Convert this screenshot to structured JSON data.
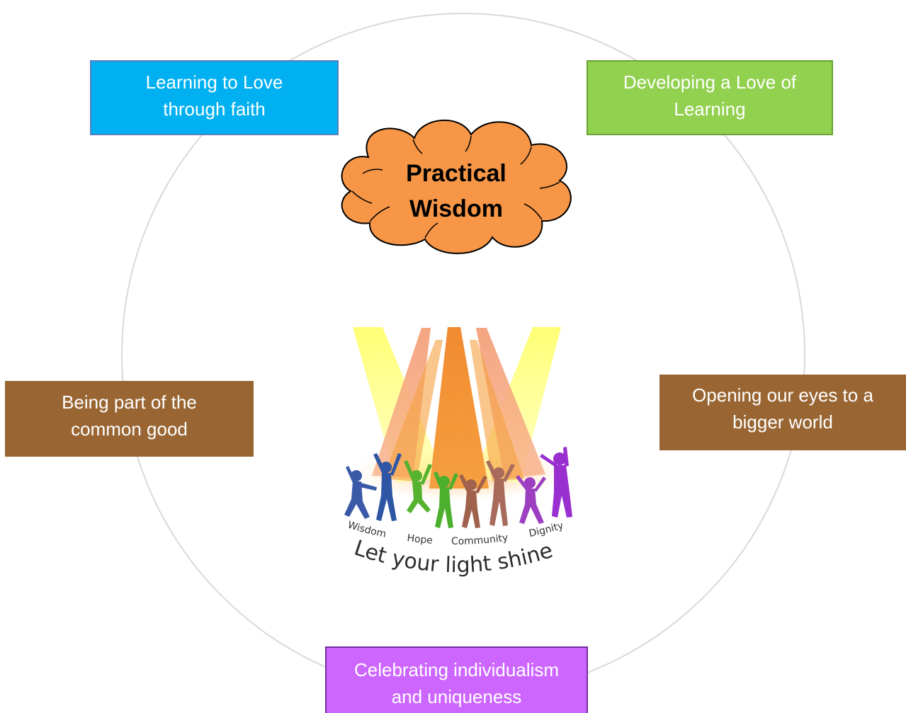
{
  "center_value": {
    "label": "Practical\nWisdom"
  },
  "pillars": [
    {
      "id": "faith",
      "label": "Learning to Love\nthrough faith"
    },
    {
      "id": "learning",
      "label": "Developing a Love of\nLearning"
    },
    {
      "id": "common",
      "label": "Being part of the\ncommon good"
    },
    {
      "id": "world",
      "label": "Opening our eyes to a\nbigger world"
    },
    {
      "id": "unique",
      "label": "Celebrating individualism\nand uniqueness"
    }
  ],
  "logo": {
    "values": [
      "Wisdom",
      "Hope",
      "Community",
      "Dignity"
    ],
    "motto": "Let your light shine"
  },
  "colors": {
    "faith": "#00b0f0",
    "learning": "#92d050",
    "common": "#996633",
    "world": "#996633",
    "unique": "#cc66ff",
    "cloud": "#f79646",
    "ring": "#d9d9d9"
  }
}
